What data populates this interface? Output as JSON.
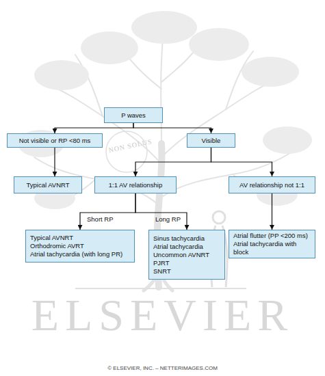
{
  "diagram": {
    "nodes": [
      {
        "text": [
          "P waves"
        ]
      },
      {
        "text": [
          "Not visible or RP <80 ms"
        ]
      },
      {
        "text": [
          "Visible"
        ]
      },
      {
        "text": [
          "Typical AVNRT"
        ]
      },
      {
        "text": [
          "1:1 AV relationship"
        ]
      },
      {
        "text": [
          "AV relationship not 1:1"
        ]
      },
      {
        "text": [
          "Typical AVNRT",
          "Orthodromic AVRT",
          "Atrial tachycardia (with long PR)"
        ]
      },
      {
        "text": [
          "Sinus tachycardia",
          "Atrial tachycardia",
          "Uncommon AVNRT",
          "PJRT",
          "SNRT"
        ]
      },
      {
        "text": [
          "Atrial flutter (PP <200 ms)",
          "Atrial tachycardia with block"
        ]
      }
    ],
    "edges": [
      {
        "from": 0,
        "to": 1,
        "arrow": "to"
      },
      {
        "from": 0,
        "to": 2,
        "arrow": "to"
      },
      {
        "from": 1,
        "to": 3,
        "arrow": "to"
      },
      {
        "from": 2,
        "to": 4,
        "arrow": "to"
      },
      {
        "from": 2,
        "to": 5,
        "arrow": "to"
      },
      {
        "from": 4,
        "to": 6,
        "label": "Short RP",
        "arrow": "to"
      },
      {
        "from": 4,
        "to": 7,
        "label": "Long RP",
        "arrow": "to"
      },
      {
        "from": 5,
        "to": 8,
        "arrow": "to"
      }
    ],
    "labels": [
      "NON SOLUS",
      "ELSEVIER",
      "© ELSEVIER, INC. – NETTERIMAGES.COM"
    ]
  }
}
